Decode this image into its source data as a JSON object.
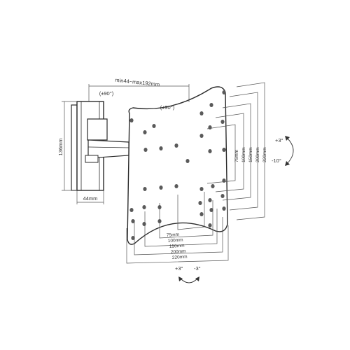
{
  "labels": {
    "arm_extension": "min44~max192mm",
    "swivel_arm": "(±90°)",
    "rotate_plate": "(±90°)",
    "wall_height": "136mm",
    "wall_width": "44mm",
    "tilt_up": "+3°",
    "tilt_down": "-10°",
    "level_left": "+3°",
    "level_right": "-3°"
  },
  "vesa_horizontal": [
    "75mm",
    "100mm",
    "150mm",
    "200mm",
    "220mm"
  ],
  "vesa_vertical": [
    "75mm",
    "100mm",
    "150mm",
    "200mm",
    "220mm"
  ],
  "colors": {
    "line": "#2a2a2a",
    "plate": "#ffffff",
    "hole": "#5a5a5a"
  }
}
